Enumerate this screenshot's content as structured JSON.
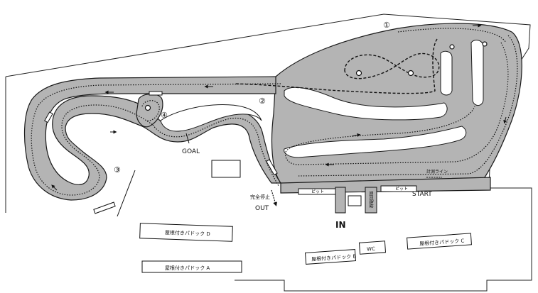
{
  "map": {
    "sections": [
      "①",
      "②",
      "③",
      "④"
    ],
    "labels": {
      "goal": "GOAL",
      "start": "START",
      "in": "IN",
      "out": "OUT",
      "full_stop": "完全停止",
      "pit_left": "ピット",
      "pit_right": "ピット",
      "pit_road": "周回路線",
      "timing_line": "計測ライン"
    },
    "buildings": {
      "paddock_a": "屋根付きパドック A",
      "paddock_b": "屋根付きパドック B",
      "paddock_c": "屋根付きパドック C",
      "paddock_d": "屋根付きパドック D",
      "wc": "WC"
    },
    "colors": {
      "track": "#b4b4b4",
      "outline": "#1a1a1a",
      "ground": "#ffffff"
    }
  }
}
